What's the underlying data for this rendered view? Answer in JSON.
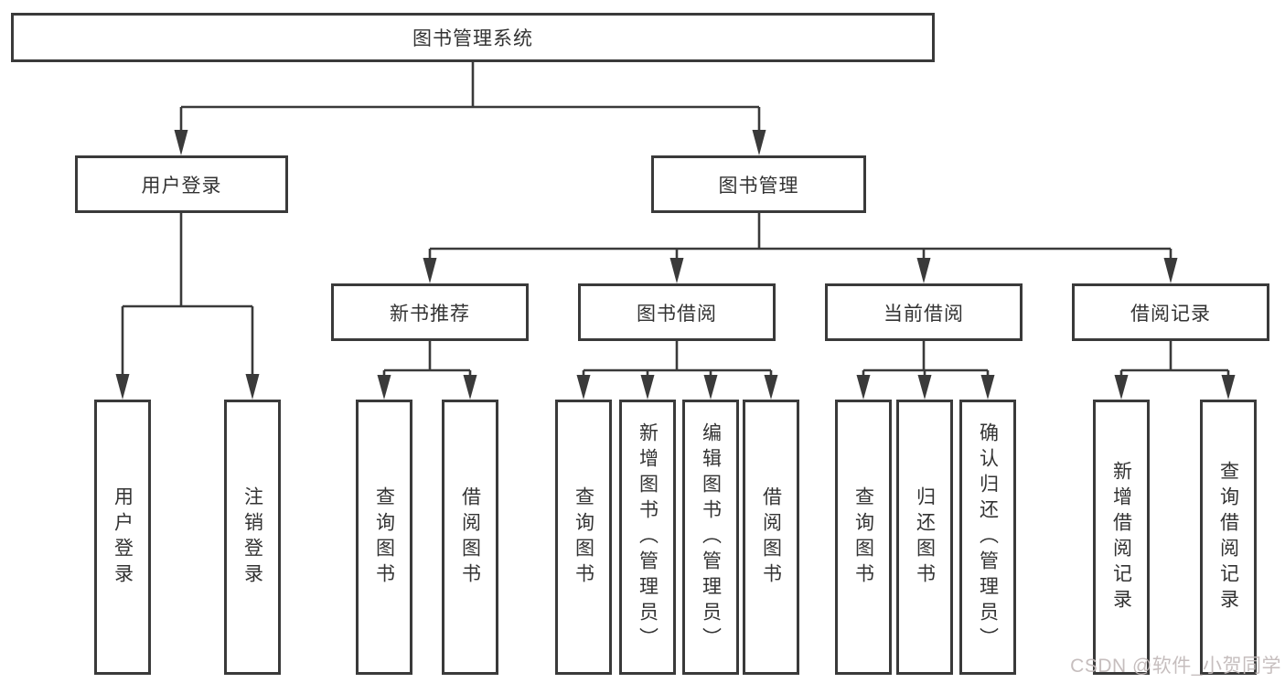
{
  "diagram": {
    "root": {
      "label": "图书管理系统"
    },
    "level2": [
      {
        "label": "用户登录"
      },
      {
        "label": "图书管理"
      }
    ],
    "level3": [
      {
        "label": "新书推荐",
        "parent": "图书管理"
      },
      {
        "label": "图书借阅",
        "parent": "图书管理"
      },
      {
        "label": "当前借阅",
        "parent": "图书管理"
      },
      {
        "label": "借阅记录",
        "parent": "图书管理"
      }
    ],
    "leaves": [
      {
        "label": "用户登录",
        "parent": "用户登录"
      },
      {
        "label": "注销登录",
        "parent": "用户登录"
      },
      {
        "label": "查询图书",
        "parent": "新书推荐"
      },
      {
        "label": "借阅图书",
        "parent": "新书推荐"
      },
      {
        "label": "查询图书",
        "parent": "图书借阅"
      },
      {
        "label": "新增图书（管理员）",
        "parent": "图书借阅"
      },
      {
        "label": "编辑图书（管理员）",
        "parent": "图书借阅"
      },
      {
        "label": "借阅图书",
        "parent": "图书借阅"
      },
      {
        "label": "查询图书",
        "parent": "当前借阅"
      },
      {
        "label": "归还图书",
        "parent": "当前借阅"
      },
      {
        "label": "确认归还（管理员）",
        "parent": "当前借阅"
      },
      {
        "label": "新增借阅记录",
        "parent": "借阅记录"
      },
      {
        "label": "查询借阅记录",
        "parent": "借阅记录"
      }
    ]
  },
  "watermark": {
    "text": "CSDN @软件_小贺同学"
  },
  "colors": {
    "background": "#ffffff",
    "line": "#3a3a3a",
    "text": "#333333",
    "watermark_text": "#c1b9b9"
  }
}
